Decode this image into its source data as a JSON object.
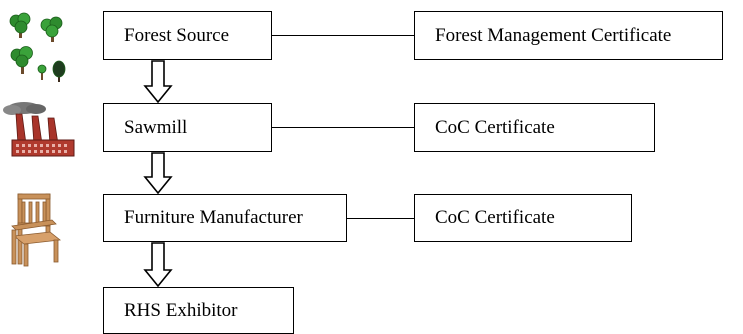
{
  "chain": [
    {
      "label": "Forest Source",
      "icon": "trees-icon",
      "certificate": "Forest Management Certificate"
    },
    {
      "label": "Sawmill",
      "icon": "factory-icon",
      "certificate": "CoC Certificate"
    },
    {
      "label": "Furniture Manufacturer",
      "icon": "chair-icon",
      "certificate": "CoC Certificate"
    },
    {
      "label": "RHS Exhibitor",
      "icon": null,
      "certificate": null
    }
  ],
  "colors": {
    "box_border": "#000000",
    "text": "#000000",
    "tree_green": "#2e8b2e",
    "factory_red": "#b03a2e",
    "chair_wood": "#c8915a"
  }
}
